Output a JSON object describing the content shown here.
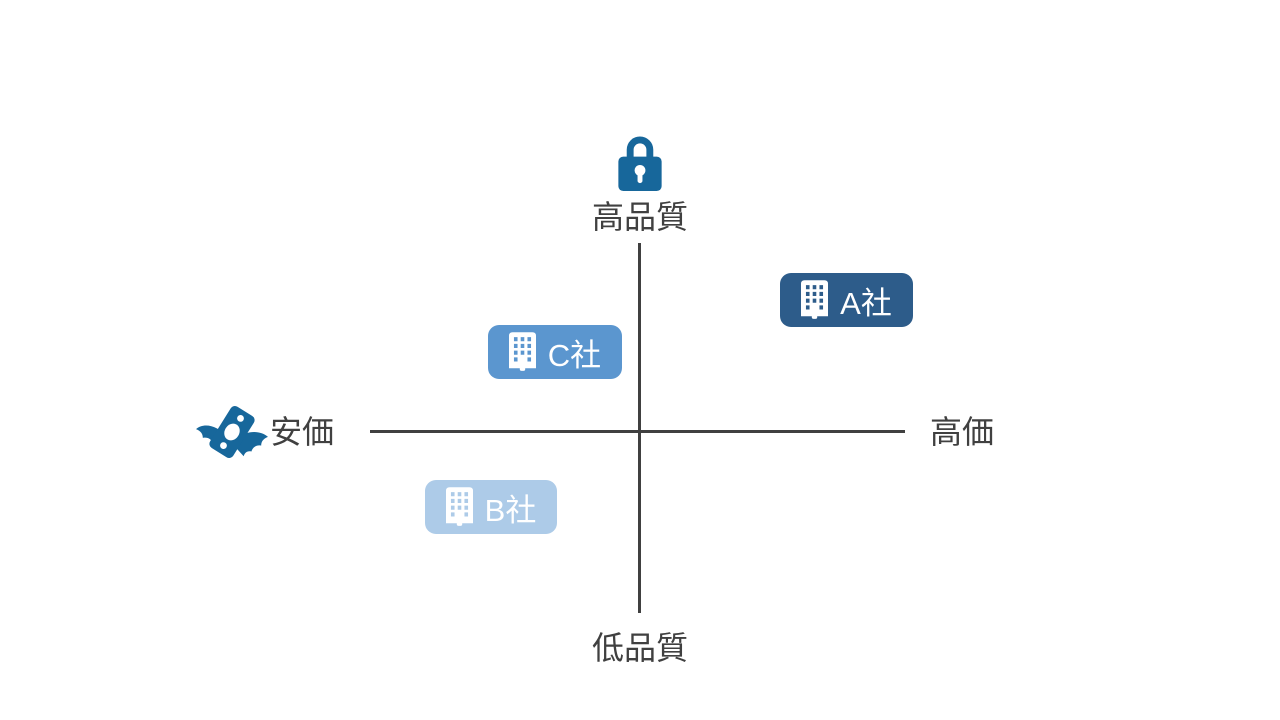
{
  "diagram": {
    "type": "positioning-matrix",
    "axes": {
      "top": {
        "label": "高品質",
        "icon": "lock-icon"
      },
      "bottom": {
        "label": "低品質"
      },
      "left": {
        "label": "安価",
        "icon": "flying-money-icon"
      },
      "right": {
        "label": "高価"
      }
    },
    "companies": [
      {
        "label": "A社",
        "quadrant": "top-right",
        "badge_color": "#2d5c8a",
        "text_color": "#ffffff",
        "icon": "building-icon"
      },
      {
        "label": "C社",
        "quadrant": "top-left",
        "badge_color": "#5b96cf",
        "text_color": "#ffffff",
        "icon": "building-icon"
      },
      {
        "label": "B社",
        "quadrant": "bottom-left",
        "badge_color": "#adcbe8",
        "text_color": "#ffffff",
        "icon": "building-icon"
      }
    ],
    "colors": {
      "background": "#ffffff",
      "axis_line": "#404040",
      "label_text": "#404040",
      "icon_blue": "#17679b"
    }
  }
}
